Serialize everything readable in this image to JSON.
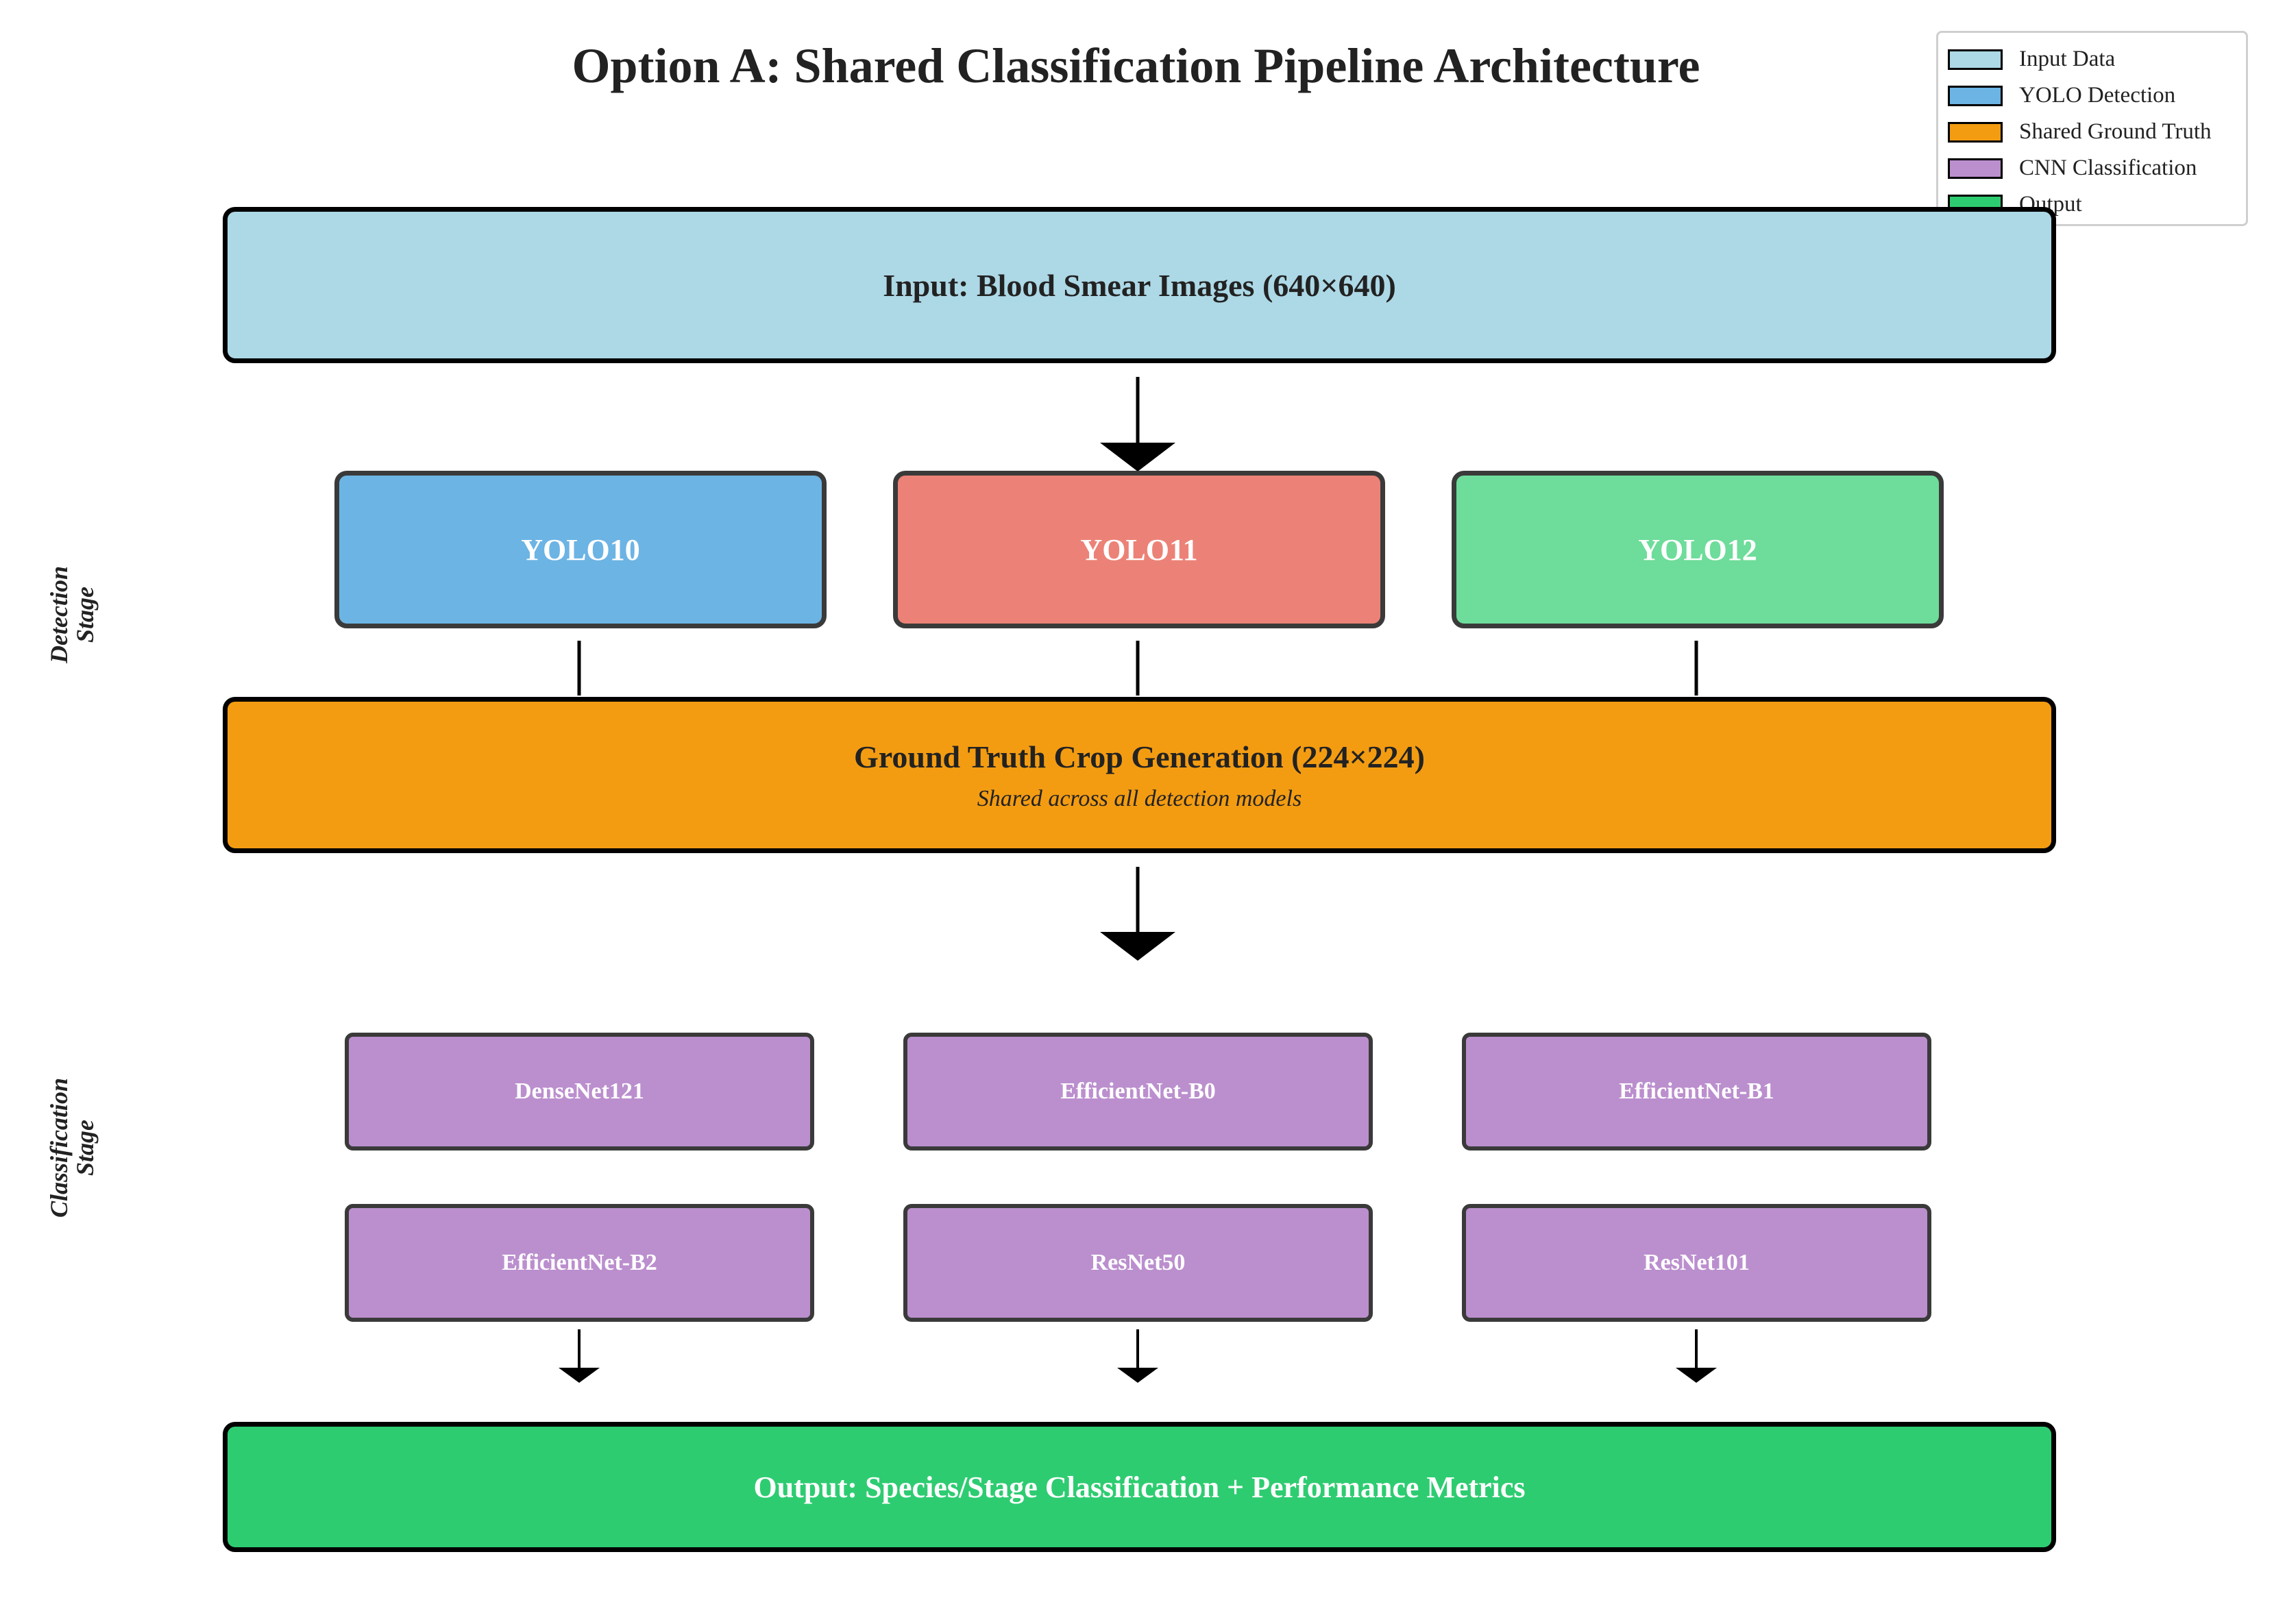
{
  "title": "Option A: Shared Classification Pipeline Architecture",
  "legend": [
    {
      "label": "Input Data",
      "color": "#add8e6"
    },
    {
      "label": "YOLO Detection",
      "color": "#6cb4e4"
    },
    {
      "label": "Shared Ground Truth",
      "color": "#f39c12"
    },
    {
      "label": "CNN Classification",
      "color": "#bb8fce"
    },
    {
      "label": "Output",
      "color": "#2ecc71"
    }
  ],
  "stages": {
    "detection": "Detection\nStage",
    "classification": "Classification\nStage"
  },
  "input_box": {
    "label": "Input: Blood Smear Images (640×640)",
    "color": "#add8e6"
  },
  "yolo_models": [
    {
      "label": "YOLO10",
      "color": "#6cb4e4"
    },
    {
      "label": "YOLO11",
      "color": "#ec8277"
    },
    {
      "label": "YOLO12",
      "color": "#6edc9a"
    }
  ],
  "ground_truth_box": {
    "label": "Ground Truth Crop Generation (224×224)",
    "sublabel": "Shared across all detection models",
    "color": "#f39c12"
  },
  "cnn_models": [
    {
      "label": "DenseNet121"
    },
    {
      "label": "EfficientNet-B0"
    },
    {
      "label": "EfficientNet-B1"
    },
    {
      "label": "EfficientNet-B2"
    },
    {
      "label": "ResNet50"
    },
    {
      "label": "ResNet101"
    }
  ],
  "cnn_color": "#bb8fce",
  "output_box": {
    "label": "Output: Species/Stage Classification + Performance Metrics",
    "color": "#2ecc71"
  }
}
